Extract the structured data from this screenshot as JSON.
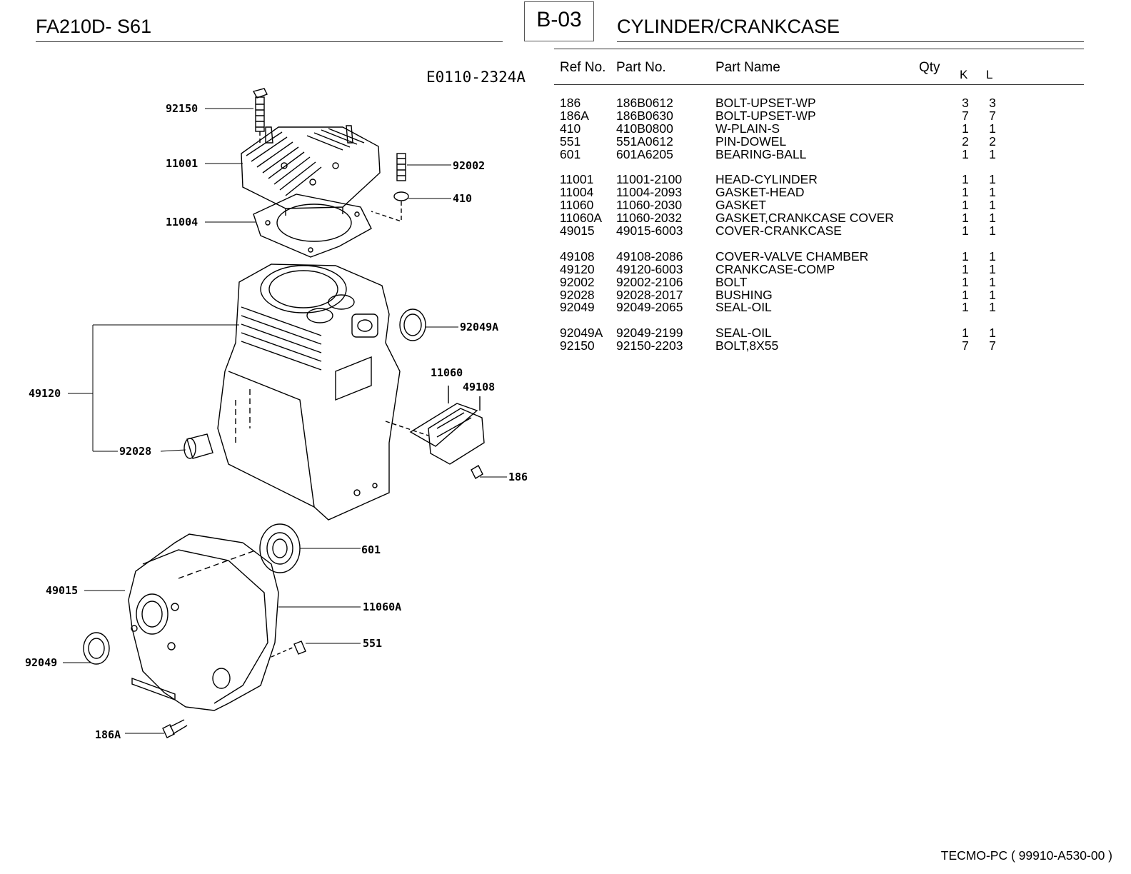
{
  "header": {
    "model": "FA210D- S61",
    "section_code": "B-03",
    "section_title": "CYLINDER/CRANKCASE"
  },
  "table": {
    "headers": {
      "ref": "Ref No.",
      "part": "Part No.",
      "name": "Part Name",
      "qty": "Qty",
      "k": "K",
      "l": "L"
    },
    "groups": [
      [
        {
          "ref": "186",
          "part": "186B0612",
          "name": "BOLT-UPSET-WP",
          "k": "3",
          "l": "3"
        },
        {
          "ref": "186A",
          "part": "186B0630",
          "name": "BOLT-UPSET-WP",
          "k": "7",
          "l": "7"
        },
        {
          "ref": "410",
          "part": "410B0800",
          "name": "W-PLAIN-S",
          "k": "1",
          "l": "1"
        },
        {
          "ref": "551",
          "part": "551A0612",
          "name": "PIN-DOWEL",
          "k": "2",
          "l": "2"
        },
        {
          "ref": "601",
          "part": "601A6205",
          "name": "BEARING-BALL",
          "k": "1",
          "l": "1"
        }
      ],
      [
        {
          "ref": "11001",
          "part": "11001-2100",
          "name": "HEAD-CYLINDER",
          "k": "1",
          "l": "1"
        },
        {
          "ref": "11004",
          "part": "11004-2093",
          "name": "GASKET-HEAD",
          "k": "1",
          "l": "1"
        },
        {
          "ref": "11060",
          "part": "11060-2030",
          "name": "GASKET",
          "k": "1",
          "l": "1"
        },
        {
          "ref": "11060A",
          "part": "11060-2032",
          "name": "GASKET,CRANKCASE COVER",
          "k": "1",
          "l": "1"
        },
        {
          "ref": "49015",
          "part": "49015-6003",
          "name": "COVER-CRANKCASE",
          "k": "1",
          "l": "1"
        }
      ],
      [
        {
          "ref": "49108",
          "part": "49108-2086",
          "name": "COVER-VALVE CHAMBER",
          "k": "1",
          "l": "1"
        },
        {
          "ref": "49120",
          "part": "49120-6003",
          "name": "CRANKCASE-COMP",
          "k": "1",
          "l": "1"
        },
        {
          "ref": "92002",
          "part": "92002-2106",
          "name": "BOLT",
          "k": "1",
          "l": "1"
        },
        {
          "ref": "92028",
          "part": "92028-2017",
          "name": "BUSHING",
          "k": "1",
          "l": "1"
        },
        {
          "ref": "92049",
          "part": "92049-2065",
          "name": "SEAL-OIL",
          "k": "1",
          "l": "1"
        }
      ],
      [
        {
          "ref": "92049A",
          "part": "92049-2199",
          "name": "SEAL-OIL",
          "k": "1",
          "l": "1"
        },
        {
          "ref": "92150",
          "part": "92150-2203",
          "name": "BOLT,8X55",
          "k": "7",
          "l": "7"
        }
      ]
    ]
  },
  "diagram": {
    "drawing_code": "E0110-2324A",
    "callouts": [
      "92150",
      "11001",
      "92002",
      "410",
      "11004",
      "92049A",
      "11060",
      "49108",
      "49120",
      "92028",
      "186",
      "601",
      "49015",
      "11060A",
      "551",
      "92049",
      "186A"
    ]
  },
  "footer": {
    "text": "TECMO-PC  ( 99910-A530-00 )"
  }
}
